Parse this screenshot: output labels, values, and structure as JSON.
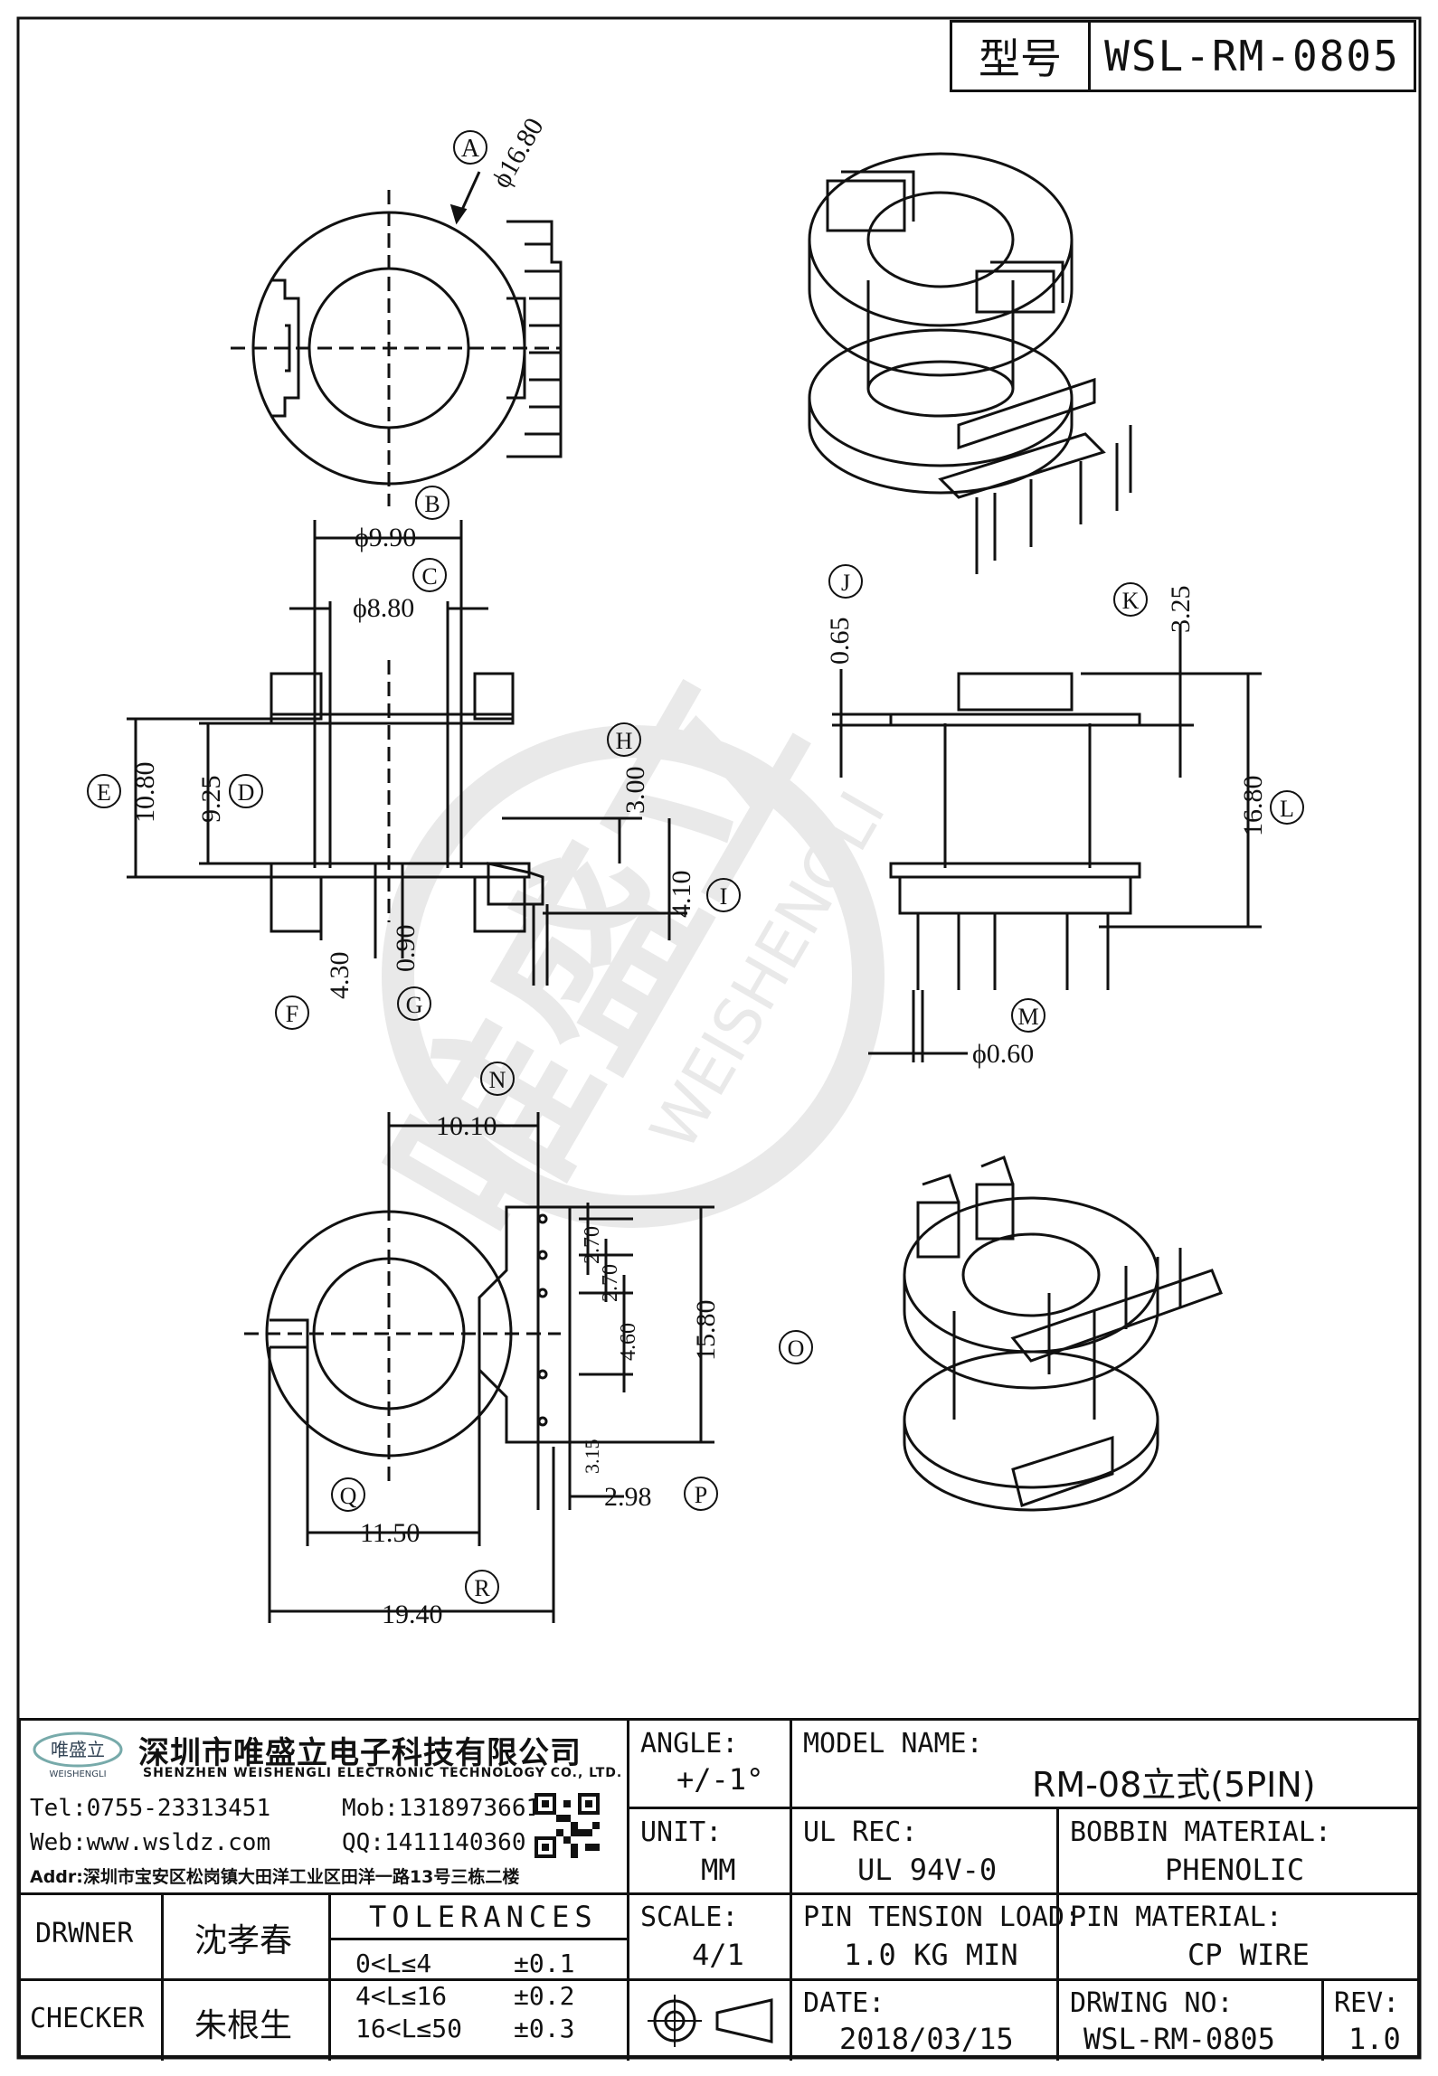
{
  "header": {
    "type_label": "型号",
    "type_value": "WSL-RM-0805"
  },
  "drawing": {
    "callouts": [
      "A",
      "B",
      "C",
      "D",
      "E",
      "F",
      "G",
      "H",
      "I",
      "J",
      "K",
      "L",
      "M",
      "N",
      "O",
      "P",
      "Q",
      "R"
    ],
    "dims": {
      "a": "ϕ16.80",
      "b": "ϕ9.90",
      "c": "ϕ8.80",
      "e": "10.80",
      "d": "9.25",
      "h": "3.00",
      "i": "4.10",
      "f": "4.30",
      "g": "0.90",
      "j": "0.65",
      "k": "3.25",
      "l": "16.80",
      "m": "ϕ0.60",
      "n": "10.10",
      "p27a": "2.70",
      "p27b": "2.70",
      "p46": "4.60",
      "p158": "15.80",
      "p315": "3.15",
      "p298": "2.98",
      "q": "11.50",
      "r": "19.40"
    },
    "watermark": "WEISHENGLI"
  },
  "company": {
    "name_cn": "深圳市唯盛立电子科技有限公司",
    "name_en": "SHENZHEN WEISHENGLI ELECTRONIC TECHNOLOGY CO., LTD.",
    "logo_text": "唯盛立",
    "logo_sub": "WEISHENGLI",
    "tel": "Tel:0755-23313451",
    "mob": "Mob:13189736612",
    "web": "Web:www.wsldz.com",
    "qq": "QQ:1411140360",
    "addr": "Addr:深圳市宝安区松岗镇大田洋工业区田洋一路13号三栋二楼"
  },
  "titleblock": {
    "angle_label": "ANGLE:",
    "angle_value": "+/-1°",
    "model_label": "MODEL NAME:",
    "model_value": "RM-08立式(5PIN)",
    "unit_label": "UNIT:",
    "unit_value": "MM",
    "ul_label": "UL REC:",
    "ul_value": "UL 94V-0",
    "bobbin_label": "BOBBIN MATERIAL:",
    "bobbin_value": "PHENOLIC",
    "scale_label": "SCALE:",
    "scale_value": "4/1",
    "tension_label": "PIN TENSION LOAD:",
    "tension_value": "1.0 KG MIN",
    "pinmat_label": "PIN MATERIAL:",
    "pinmat_value": "CP WIRE",
    "date_label": "DATE:",
    "date_value": "2018/03/15",
    "dwgno_label": "DRWING NO:",
    "dwgno_value": "WSL-RM-0805",
    "rev_label": "REV:",
    "rev_value": "1.0",
    "drawer_label": "DRWNER",
    "drawer_value": "沈孝春",
    "checker_label": "CHECKER",
    "checker_value": "朱根生",
    "tol_title": "TOLERANCES",
    "tol_rows": [
      {
        "range": "0<L≤4",
        "tol": "±0.1"
      },
      {
        "range": "4<L≤16",
        "tol": "±0.2"
      },
      {
        "range": "16<L≤50",
        "tol": "±0.3"
      }
    ]
  }
}
